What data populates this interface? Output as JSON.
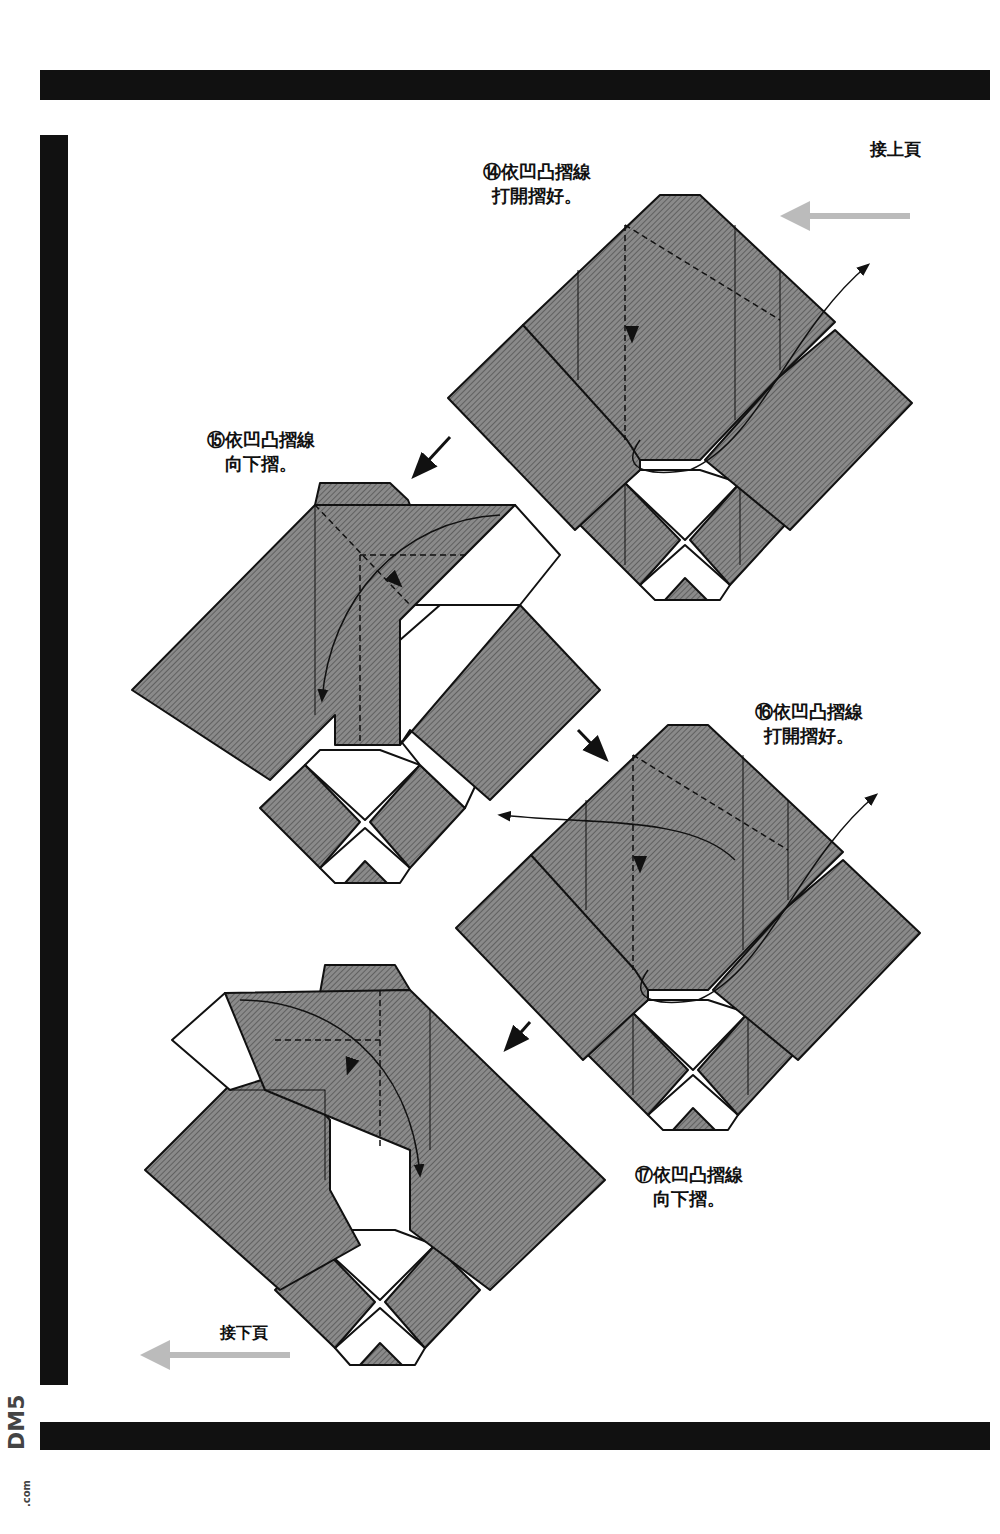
{
  "diagram": {
    "labels": [
      "接上頁",
      "⑭依凹凸摺線 打開摺好。",
      "⑮依凹凸摺線 向下摺。",
      "⑯依凹凸摺線 打開摺好。",
      "⑰依凹凸摺線 向下摺。",
      "接下頁",
      "DM5",
      ".com"
    ]
  }
}
